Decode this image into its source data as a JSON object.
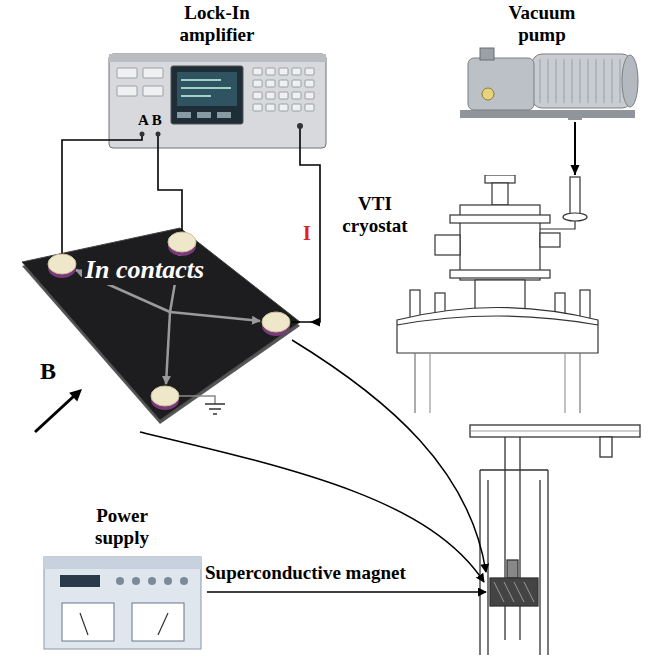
{
  "diagram": {
    "nodes": [
      {
        "text": [
          "Lock-In amplifier"
        ]
      },
      {
        "text": [
          "Vacuum pump"
        ]
      },
      {
        "text": [
          "VTI cryostat"
        ]
      },
      {
        "text": [
          "In contacts"
        ]
      },
      {
        "text": [
          "Power supply"
        ]
      }
    ],
    "edges": [
      {
        "from": 0,
        "to": 3,
        "arrow": "none"
      },
      {
        "from": 0,
        "to": 3,
        "arrow": "none"
      },
      {
        "from": 0,
        "to": 3,
        "label": "I",
        "arrow": "to"
      },
      {
        "from": 1,
        "to": 2,
        "arrow": "to"
      }
    ],
    "labels": [
      "A B",
      "B",
      "Superconductive magnet"
    ]
  }
}
